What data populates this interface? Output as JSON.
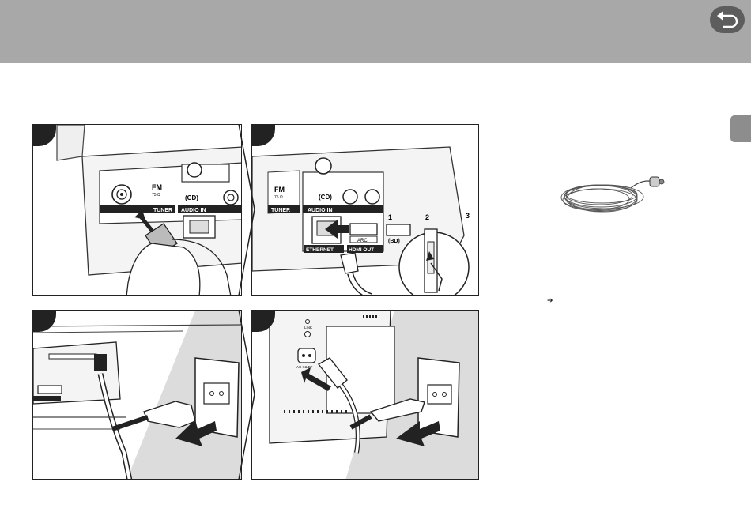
{
  "header": {
    "back_icon": "undo-arrow-icon",
    "colors": {
      "band": "#a8a8a8",
      "back_button": "#5d5d5d",
      "side_tab": "#8d8d8d"
    }
  },
  "see_arrow": "➔",
  "illustrations": {
    "antenna_panel": {
      "fm_label": "FM",
      "fm_ohm": "75 Ω",
      "tuner_label": "TUNER",
      "cd_label": "(CD)",
      "audio_in_label": "AUDIO IN"
    },
    "ethernet_panel": {
      "fm_label": "FM",
      "fm_ohm": "75 Ω",
      "tuner_label": "TUNER",
      "cd_label": "(CD)",
      "audio_in_label": "AUDIO IN",
      "ethernet_label": "ETHERNET",
      "arc_label": "ARC",
      "hdmi_out_label": "HDMI OUT",
      "hdmi_in_1": "1",
      "hdmi_in_2": "2",
      "hdmi_in_3": "3",
      "hdmi_in_1_sub": "(BD)"
    },
    "power_panel_rear": {
      "ac_inlet_label": "AC INLET",
      "link_label": "LINK"
    }
  }
}
